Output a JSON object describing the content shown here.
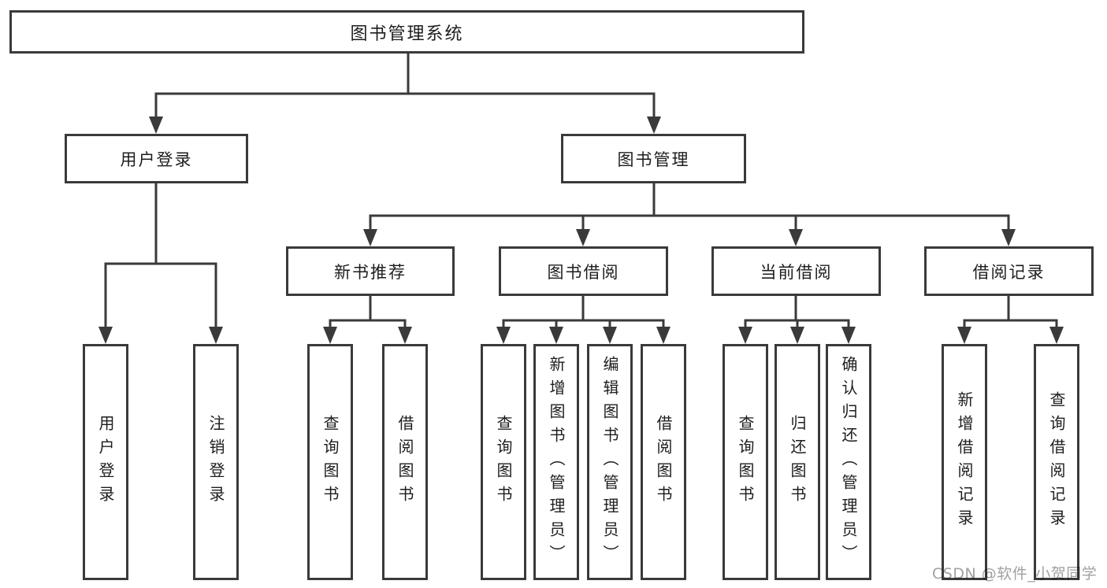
{
  "diagram": {
    "title_node": "图书管理系统",
    "tree": {
      "root": {
        "label": "图书管理系统"
      },
      "level1": [
        {
          "label": "用户登录",
          "children": [
            {
              "label": "用户登录"
            },
            {
              "label": "注销登录"
            }
          ]
        },
        {
          "label": "图书管理",
          "children": [
            {
              "label": "新书推荐",
              "children": [
                {
                  "label": "查询图书"
                },
                {
                  "label": "借阅图书"
                }
              ]
            },
            {
              "label": "图书借阅",
              "children": [
                {
                  "label": "查询图书"
                },
                {
                  "label": "新增图书（管理员）"
                },
                {
                  "label": "编辑图书（管理员）"
                },
                {
                  "label": "借阅图书"
                }
              ]
            },
            {
              "label": "当前借阅",
              "children": [
                {
                  "label": "查询图书"
                },
                {
                  "label": "归还图书"
                },
                {
                  "label": "确认归还（管理员）"
                }
              ]
            },
            {
              "label": "借阅记录",
              "children": [
                {
                  "label": "新增借阅记录"
                },
                {
                  "label": "查询借阅记录"
                }
              ]
            }
          ]
        }
      ]
    },
    "colors": {
      "line": "#3a3a3a",
      "box_border": "#3a3a3a",
      "box_fill": "#ffffff",
      "text": "#1d1d1d",
      "background": "#ffffff",
      "watermark_text": "#a1a1a1"
    }
  },
  "watermark": {
    "text": "CSDN @软件_小贺同学"
  }
}
